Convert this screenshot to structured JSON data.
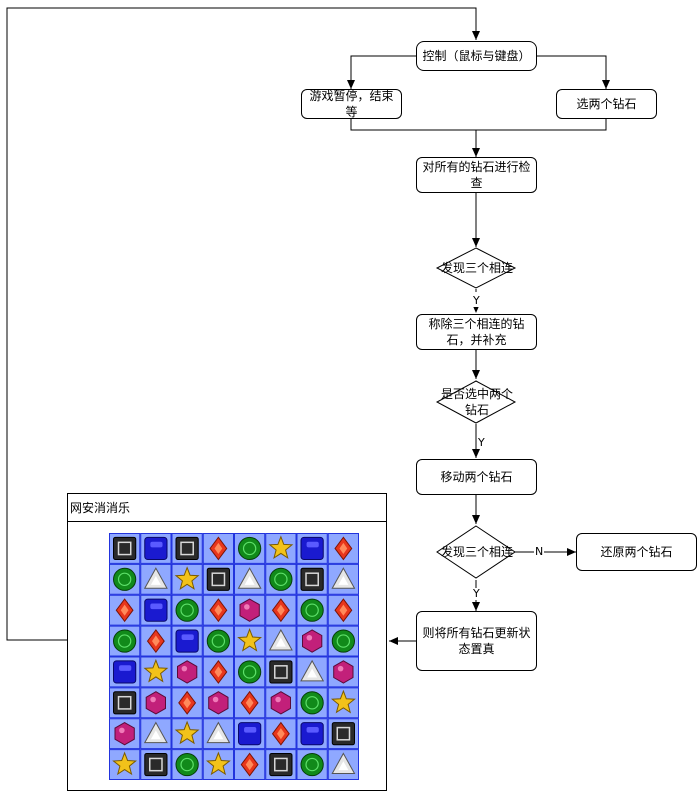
{
  "nodes": {
    "control": "控制（鼠标与键盘）",
    "pause_end": "游戏暂停，结束等",
    "select_two": "选两个钻石",
    "check_all": "对所有的钻石进行检查",
    "found_three_1": "发现三个相连",
    "remove_refill": "称除三个相连的钻石，并补充",
    "two_selected": "是否选中两个钻石",
    "move_two": "移动两个钻石",
    "found_three_2": "发现三个相连",
    "restore_two": "还原两个钻石",
    "update_state": "则将所有钻石更新状态置真"
  },
  "edge_labels": {
    "yes_1": "Y",
    "yes_2": "Y",
    "no_1": "N",
    "yes_3": "Y"
  },
  "game": {
    "title": "网安消消乐",
    "grid": [
      [
        "silver_square",
        "blue_square",
        "silver_square",
        "red_diamond",
        "green_circle",
        "gold_star",
        "blue_square",
        "red_diamond"
      ],
      [
        "green_circle",
        "white_triangle",
        "gold_star",
        "silver_square",
        "white_triangle",
        "green_circle",
        "silver_square",
        "white_triangle"
      ],
      [
        "red_diamond",
        "blue_square",
        "green_circle",
        "red_diamond",
        "magenta_hex",
        "red_diamond",
        "green_circle",
        "red_diamond"
      ],
      [
        "green_circle",
        "red_diamond",
        "blue_square",
        "green_circle",
        "gold_star",
        "white_triangle",
        "magenta_hex",
        "green_circle"
      ],
      [
        "blue_square",
        "gold_star",
        "magenta_hex",
        "red_diamond",
        "green_circle",
        "silver_square",
        "white_triangle",
        "magenta_hex"
      ],
      [
        "silver_square",
        "magenta_hex",
        "red_diamond",
        "magenta_hex",
        "red_diamond",
        "magenta_hex",
        "green_circle",
        "gold_star"
      ],
      [
        "magenta_hex",
        "white_triangle",
        "gold_star",
        "white_triangle",
        "blue_square",
        "red_diamond",
        "blue_square",
        "silver_square"
      ],
      [
        "gold_star",
        "silver_square",
        "green_circle",
        "gold_star",
        "red_diamond",
        "silver_square",
        "green_circle",
        "white_triangle"
      ]
    ],
    "colors": {
      "board_bg": "#8fa8ff",
      "grid_line": "#2233dd",
      "red_diamond": "#e8361c",
      "blue_square": "#1a1ad0",
      "green_circle": "#118a1a",
      "gold_star": "#f2c21a",
      "magenta_hex": "#c2207a",
      "white_triangle": "#e6e6e6",
      "silver_square": "#2a2a2a"
    }
  }
}
